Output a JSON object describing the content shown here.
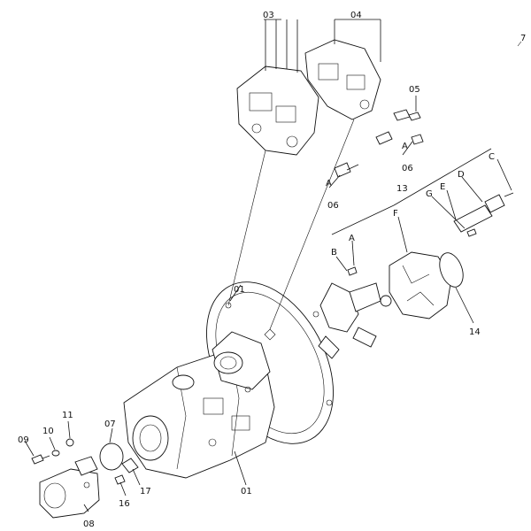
{
  "page_marker": "7",
  "callouts": {
    "c01": "01",
    "c03": "03",
    "c04": "04",
    "c05": "05",
    "c06a": "06",
    "c06b": "06",
    "c07": "07",
    "c08": "08",
    "c09": "09",
    "c10": "10",
    "c11": "11",
    "c13": "13",
    "c14": "14",
    "c16": "16",
    "c17": "17",
    "cA1": "A",
    "cA2": "A",
    "cA3": "A",
    "cB": "B",
    "cC": "C",
    "cD": "D",
    "cE": "E",
    "cF": "F",
    "cG": "G"
  }
}
